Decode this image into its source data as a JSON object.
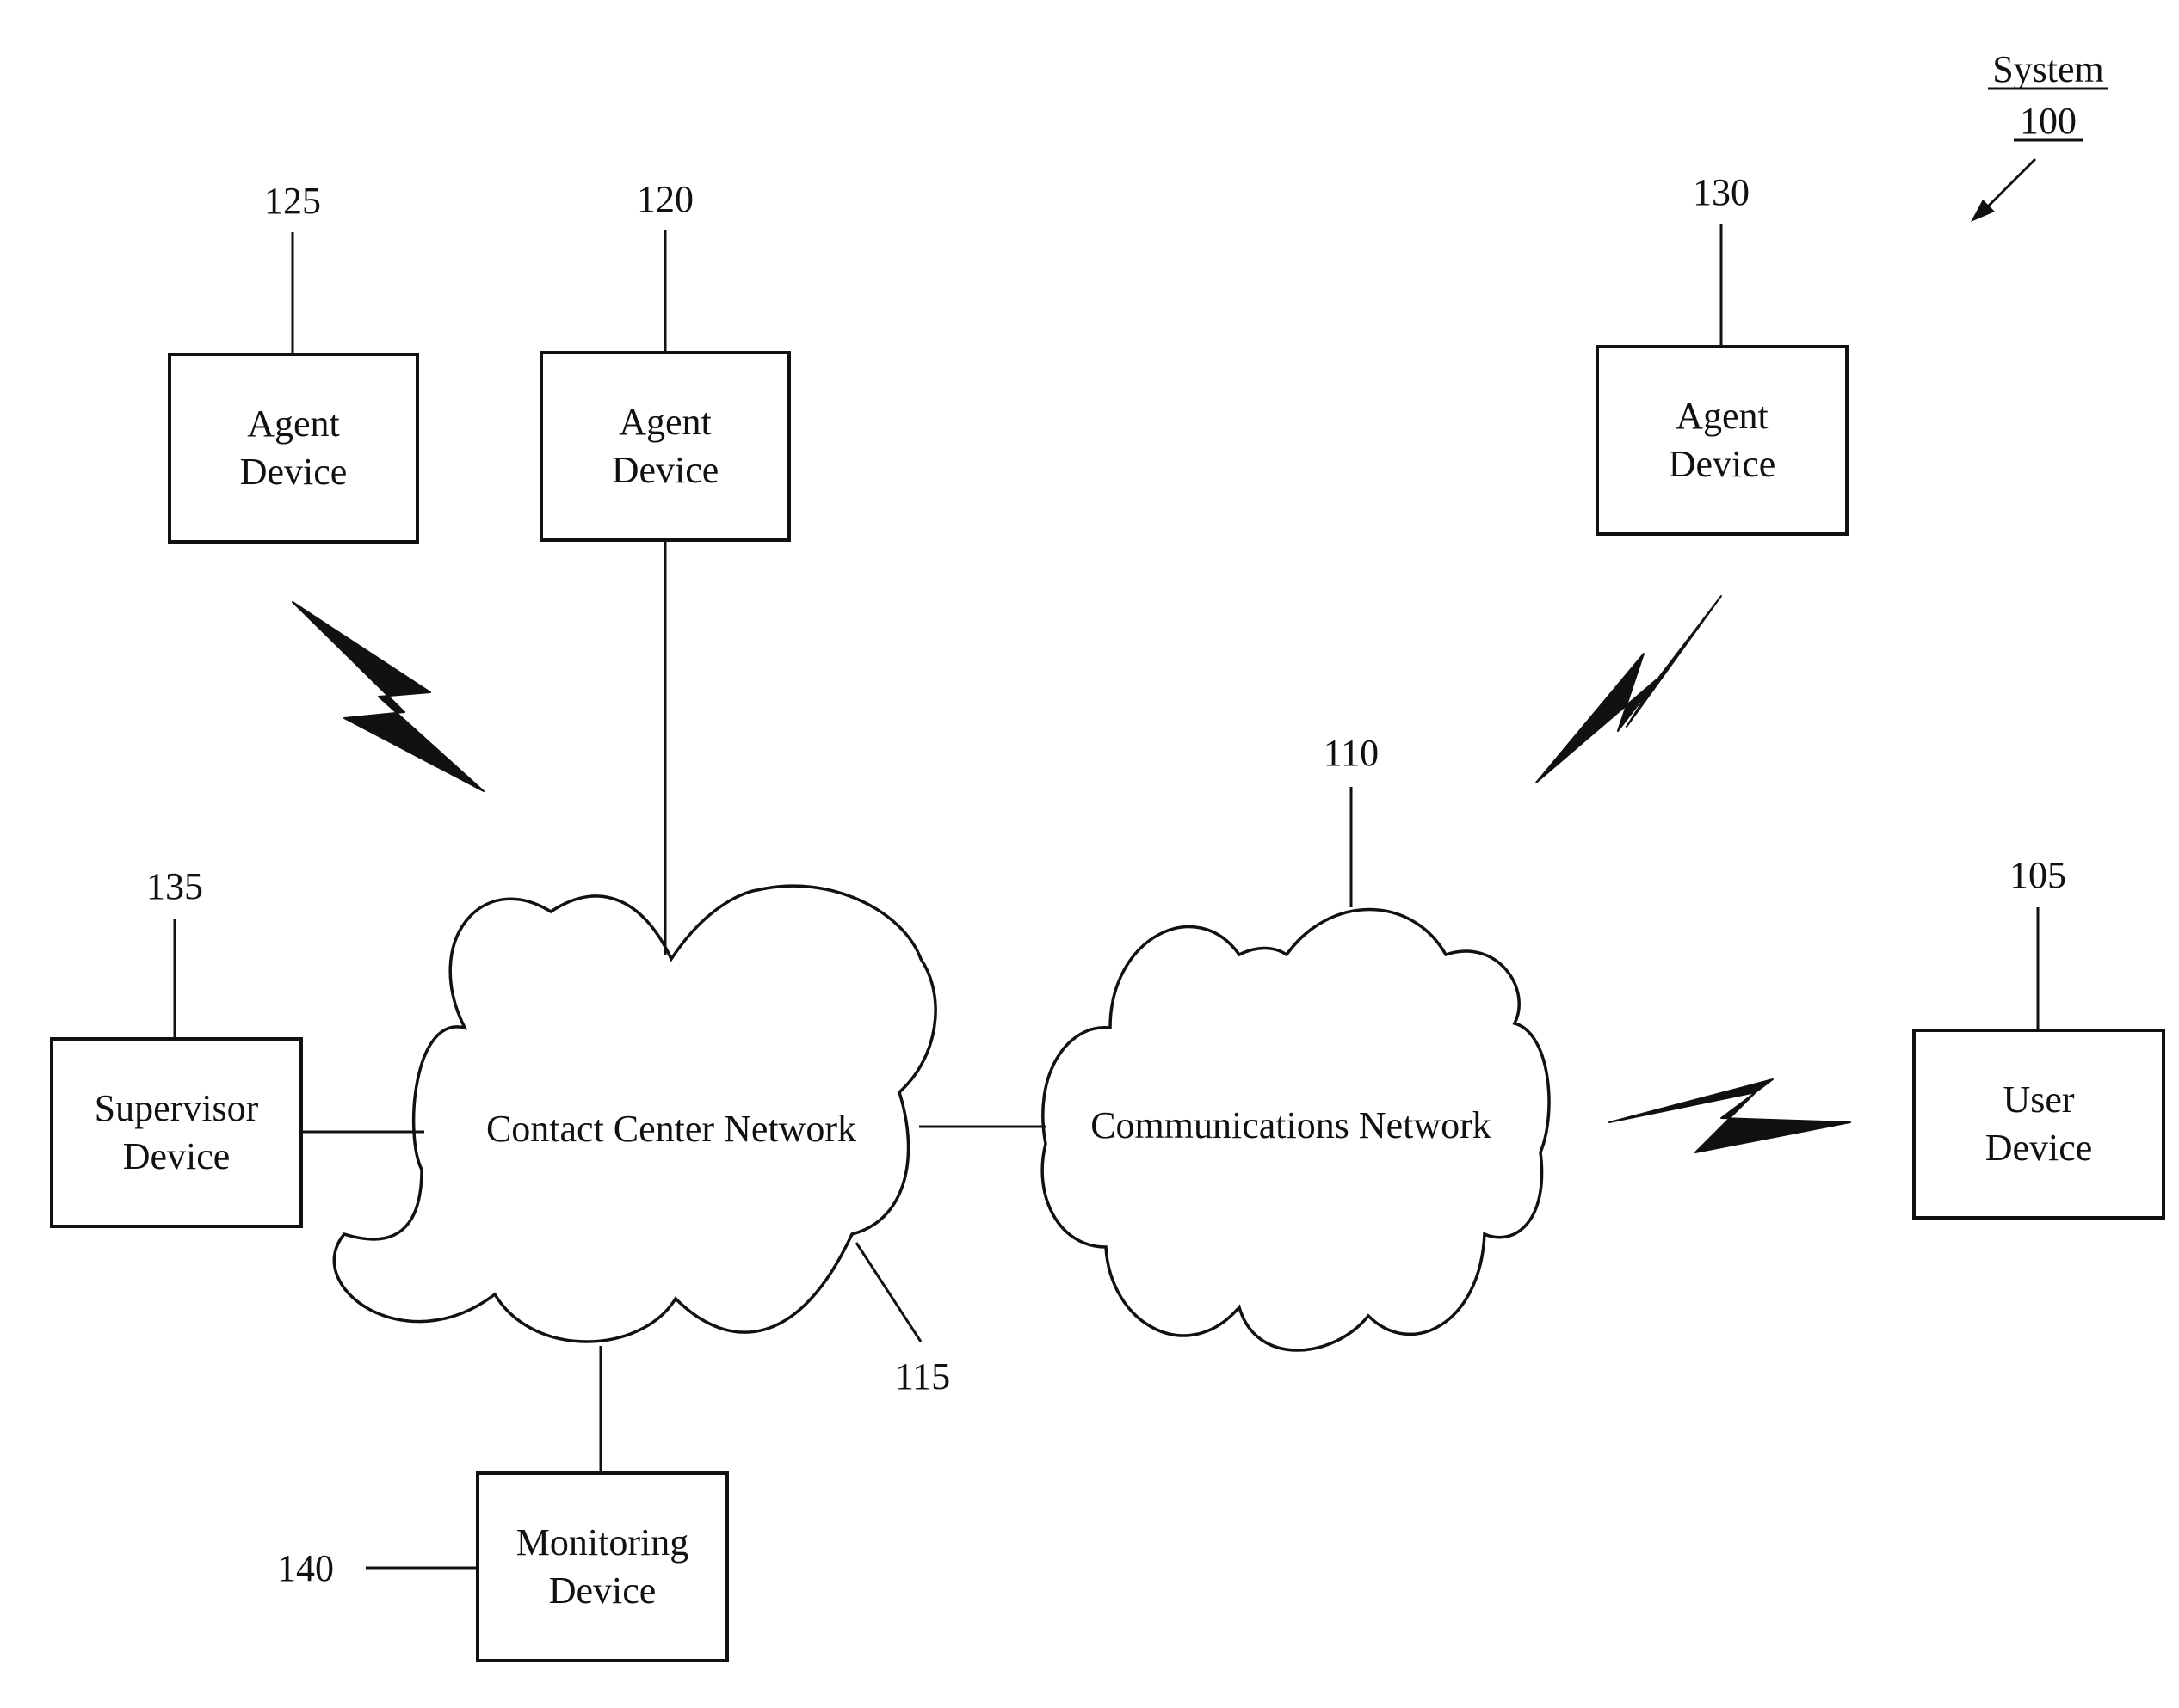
{
  "system": {
    "label": "System",
    "number": "100"
  },
  "devices": {
    "agent_125": {
      "ref": "125",
      "line1": "Agent",
      "line2": "Device"
    },
    "agent_120": {
      "ref": "120",
      "line1": "Agent",
      "line2": "Device"
    },
    "agent_130": {
      "ref": "130",
      "line1": "Agent",
      "line2": "Device"
    },
    "supervisor": {
      "ref": "135",
      "line1": "Supervisor",
      "line2": "Device"
    },
    "user": {
      "ref": "105",
      "line1": "User",
      "line2": "Device"
    },
    "monitoring": {
      "ref": "140",
      "line1": "Monitoring",
      "line2": "Device"
    }
  },
  "networks": {
    "contact_center": {
      "ref": "115",
      "label": "Contact Center Network"
    },
    "communications": {
      "ref": "110",
      "label": "Communications Network"
    }
  },
  "links": {
    "wireless": [
      "agent_125 — contact_center",
      "agent_130 — communications",
      "user — communications"
    ],
    "wired": [
      "agent_120 — contact_center",
      "supervisor — contact_center",
      "monitoring — contact_center",
      "contact_center — communications"
    ]
  }
}
